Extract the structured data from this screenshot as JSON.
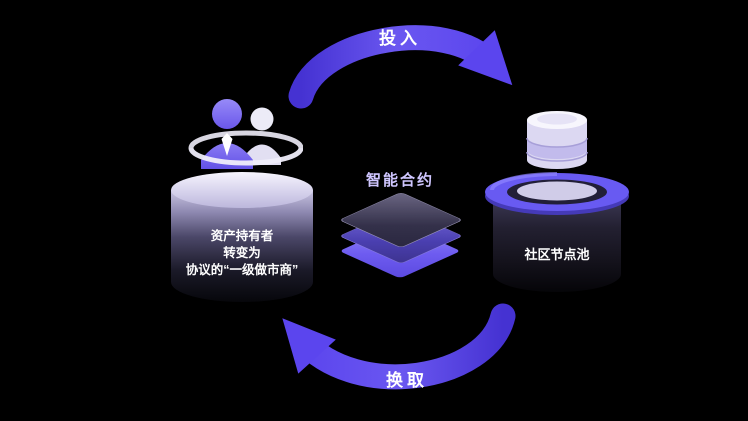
{
  "diagram": {
    "flow": {
      "top_arrow_label": "投入",
      "bottom_arrow_label": "换取"
    },
    "center": {
      "label": "智能合约"
    },
    "left_node": {
      "lines": [
        "资产持有者",
        "转变为",
        "协议的“一级做市商”"
      ]
    },
    "right_node": {
      "label": "社区节点池"
    }
  },
  "icons": {
    "people": "people-icon",
    "database": "database-icon",
    "layers": "smart-contract-layers-icon"
  },
  "colors": {
    "background": "#000000",
    "arrow_purple": "#5b45ee",
    "accent_lavender": "#cfc6ff",
    "text_white": "#ffffff"
  }
}
